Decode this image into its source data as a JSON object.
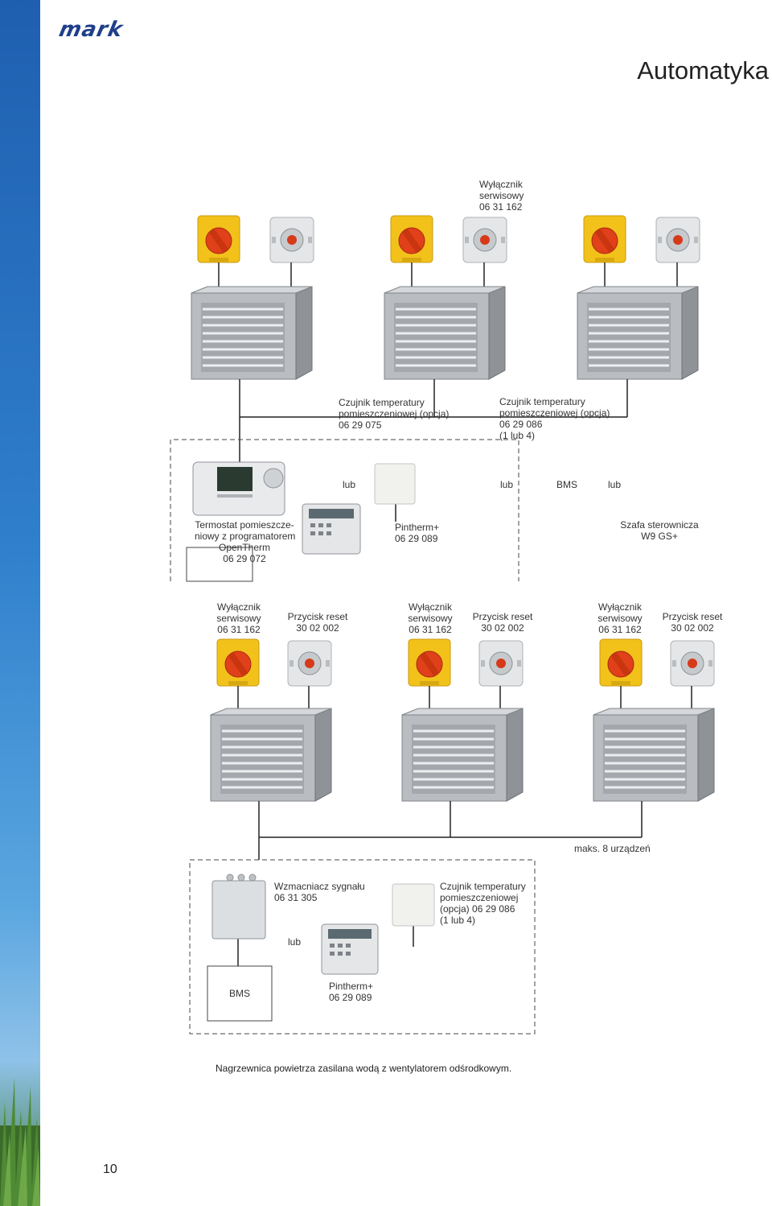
{
  "brand": {
    "logo_text": "mark"
  },
  "page": {
    "title": "Automatyka",
    "number": "10"
  },
  "top": {
    "service_switch_top": [
      "Wyłącznik",
      "serwisowy",
      "06 31 162"
    ],
    "sensor_1": [
      "Czujnik temperatury",
      "pomieszczeniowej (opcja)",
      "06 29 075"
    ],
    "sensor_2": [
      "Czujnik temperatury",
      "pomieszczeniowej (opcja)",
      "06 29 086",
      "(1 lub 4)"
    ],
    "lub_1": "lub",
    "lub_2": "lub",
    "bms": "BMS",
    "lub_3": "lub",
    "thermostat": [
      "Termostat pomieszcze-",
      "niowy z programatorem",
      "OpenTherm",
      "06 29 072"
    ],
    "pintherm": [
      "Pintherm+",
      "06 29 089"
    ],
    "cabinet": [
      "Szafa sterownicza",
      "W9 GS+"
    ]
  },
  "bottom": {
    "units": [
      {
        "switch": [
          "Wyłącznik",
          "serwisowy",
          "06 31 162"
        ],
        "reset": [
          "Przycisk reset",
          "30 02 002"
        ]
      },
      {
        "switch": [
          "Wyłącznik",
          "serwisowy",
          "06 31 162"
        ],
        "reset": [
          "Przycisk reset",
          "30 02 002"
        ]
      },
      {
        "switch": [
          "Wyłącznik",
          "serwisowy",
          "06 31 162"
        ],
        "reset": [
          "Przycisk reset",
          "30 02 002"
        ]
      }
    ],
    "max_devices": "maks. 8 urządzeń",
    "amplifier": [
      "Wzmacniacz sygnału",
      "06 31 305"
    ],
    "sensor": [
      "Czujnik temperatury",
      "pomieszczeniowej",
      "(opcja) 06 29 086",
      "(1 lub 4)"
    ],
    "lub": "lub",
    "bms": "BMS",
    "pintherm": [
      "Pintherm+",
      "06 29 089"
    ]
  },
  "caption": "Nagrzewnica powietrza zasilana wodą z wentylatorem odśrodkowym.",
  "colors": {
    "switch_yellow": "#f2c21a",
    "switch_red": "#e0401a",
    "heater_grey": "#b9bcc0",
    "accent_blue": "#1f5fb0"
  }
}
